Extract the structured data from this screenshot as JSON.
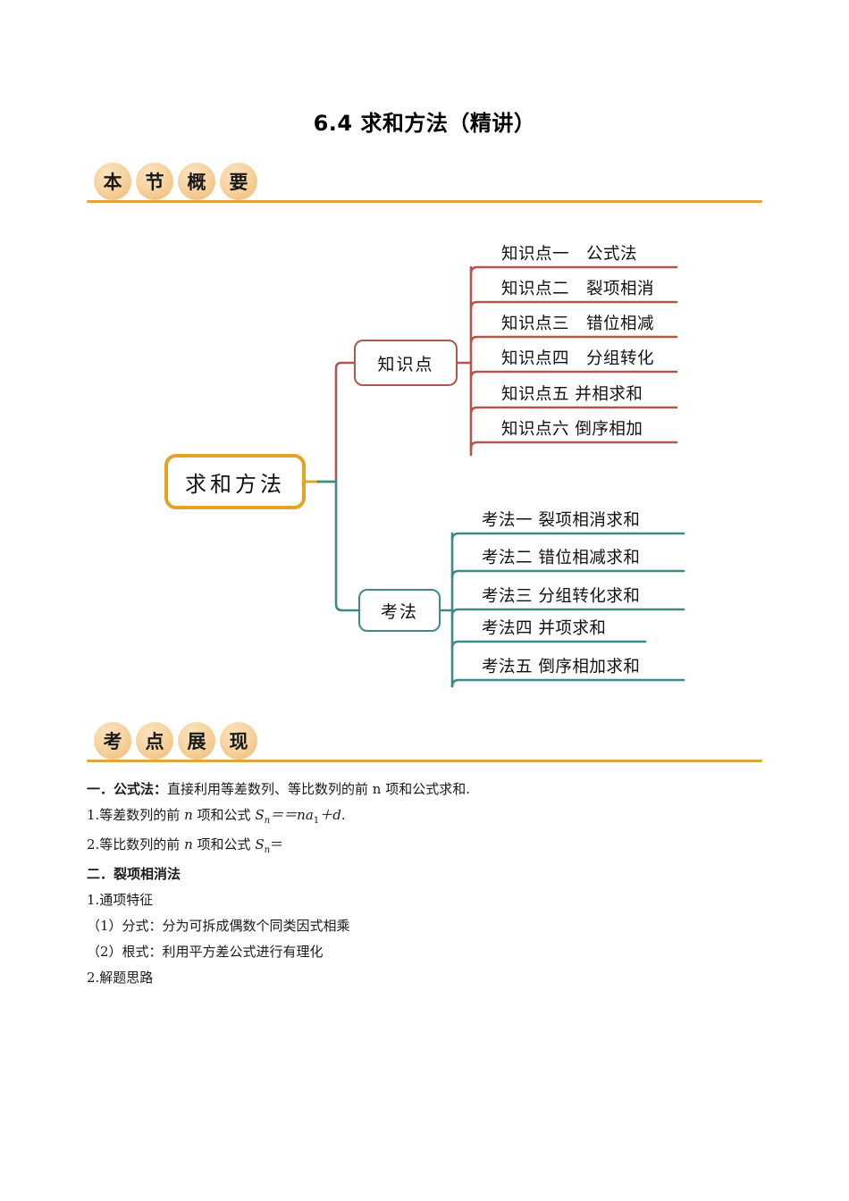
{
  "document": {
    "title": "6.4 求和方法（精讲）"
  },
  "sections": [
    {
      "id": "overview",
      "badge_chars": [
        "本",
        "节",
        "概",
        "要"
      ],
      "rule_color": "#e0a33e"
    },
    {
      "id": "exam-points",
      "badge_chars": [
        "考",
        "点",
        "展",
        "现"
      ],
      "rule_color": "#e0a33e"
    }
  ],
  "mindmap": {
    "root": {
      "label": "求和方法",
      "color": "#e3a324"
    },
    "branches": [
      {
        "label": "知识点",
        "color": "#b0564c",
        "leaves": [
          "知识点一　公式法",
          "知识点二　裂项相消",
          "知识点三　错位相减",
          "知识点四　分组转化",
          "知识点五  并相求和",
          "知识点六  倒序相加"
        ]
      },
      {
        "label": "考法",
        "color": "#3e8a86",
        "leaves": [
          "考法一  裂项相消求和",
          "考法二  错位相减求和",
          "考法三  分组转化求和",
          "考法四  并项求和",
          "考法五  倒序相加求和"
        ]
      }
    ]
  },
  "content": {
    "item1_head": "一．公式法：",
    "item1_body": "直接利用等差数列、等比数列的前 n 项和公式求和.",
    "line_1_prefix": "1.等差数列的前 ",
    "line_1_var": "n",
    "line_1_mid": " 项和公式 ",
    "line_1_sn": "S",
    "line_1_sub": "n",
    "line_1_tail": "＝＝na",
    "line_1_sub2": "1",
    "line_1_end": "＋d.",
    "line_2_prefix": "2.等比数列的前 ",
    "line_2_var": "n",
    "line_2_mid": " 项和公式 ",
    "line_2_sn": "S",
    "line_2_sub": "n",
    "line_2_tail": "＝",
    "item2_head": "二．裂项相消法",
    "line_3": "1.通项特征",
    "line_4": "（1）分式：分为可拆成偶数个同类因式相乘",
    "line_5": "（2）根式：利用平方差公式进行有理化",
    "line_6": "2.解题思路"
  }
}
